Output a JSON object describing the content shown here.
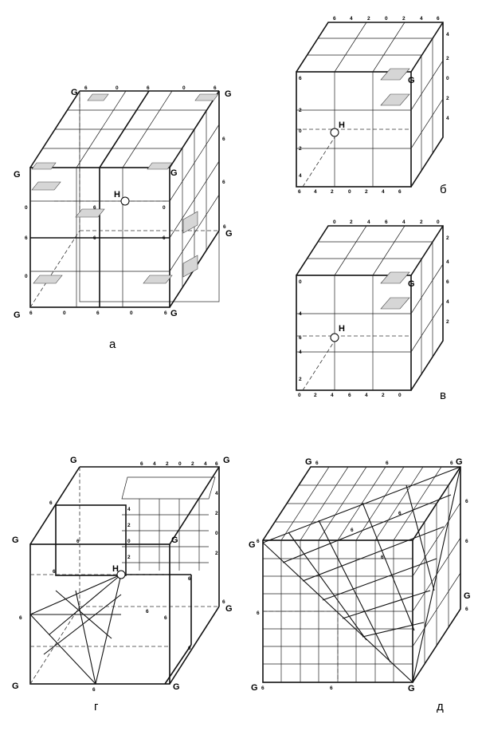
{
  "panels": [
    {
      "id": "a",
      "label": "а",
      "vertex_label": "G",
      "center_label": "H",
      "node_values": [
        "6",
        "0",
        "6",
        "0",
        "6"
      ]
    },
    {
      "id": "b",
      "label": "б",
      "vertex_label": "G",
      "center_label": "H",
      "node_values": [
        "6",
        "4",
        "2",
        "0",
        "2",
        "4",
        "6"
      ]
    },
    {
      "id": "v",
      "label": "в",
      "vertex_label": "G",
      "center_label": "H",
      "node_values": [
        "0",
        "2",
        "4",
        "6",
        "4",
        "2",
        "0"
      ]
    },
    {
      "id": "g",
      "label": "г",
      "vertex_label": "G",
      "center_label": "H",
      "node_values": [
        "6",
        "4",
        "2",
        "0",
        "2",
        "4",
        "6"
      ]
    },
    {
      "id": "d",
      "label": "д",
      "vertex_label": "G",
      "node_values": [
        "6"
      ]
    }
  ]
}
